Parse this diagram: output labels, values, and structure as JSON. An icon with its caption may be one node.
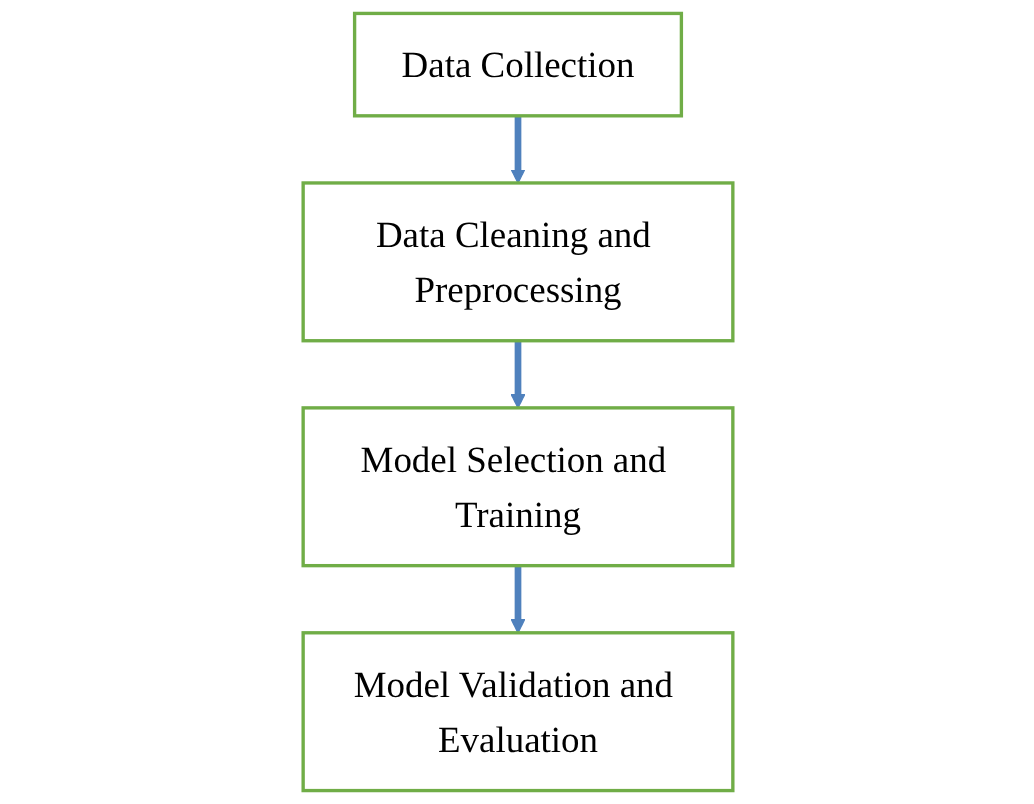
{
  "diagram": {
    "nodes": [
      {
        "text": [
          "Data Collection"
        ]
      },
      {
        "text": [
          "Data Cleaning and Preprocessing"
        ]
      },
      {
        "text": [
          "Model Selection and Training"
        ]
      },
      {
        "text": [
          "Model Validation and Evaluation"
        ]
      }
    ],
    "edges": [
      {
        "from": 0,
        "to": 1,
        "arrow": "to"
      },
      {
        "from": 1,
        "to": 2,
        "arrow": "to"
      },
      {
        "from": 2,
        "to": 3,
        "arrow": "to"
      }
    ]
  }
}
